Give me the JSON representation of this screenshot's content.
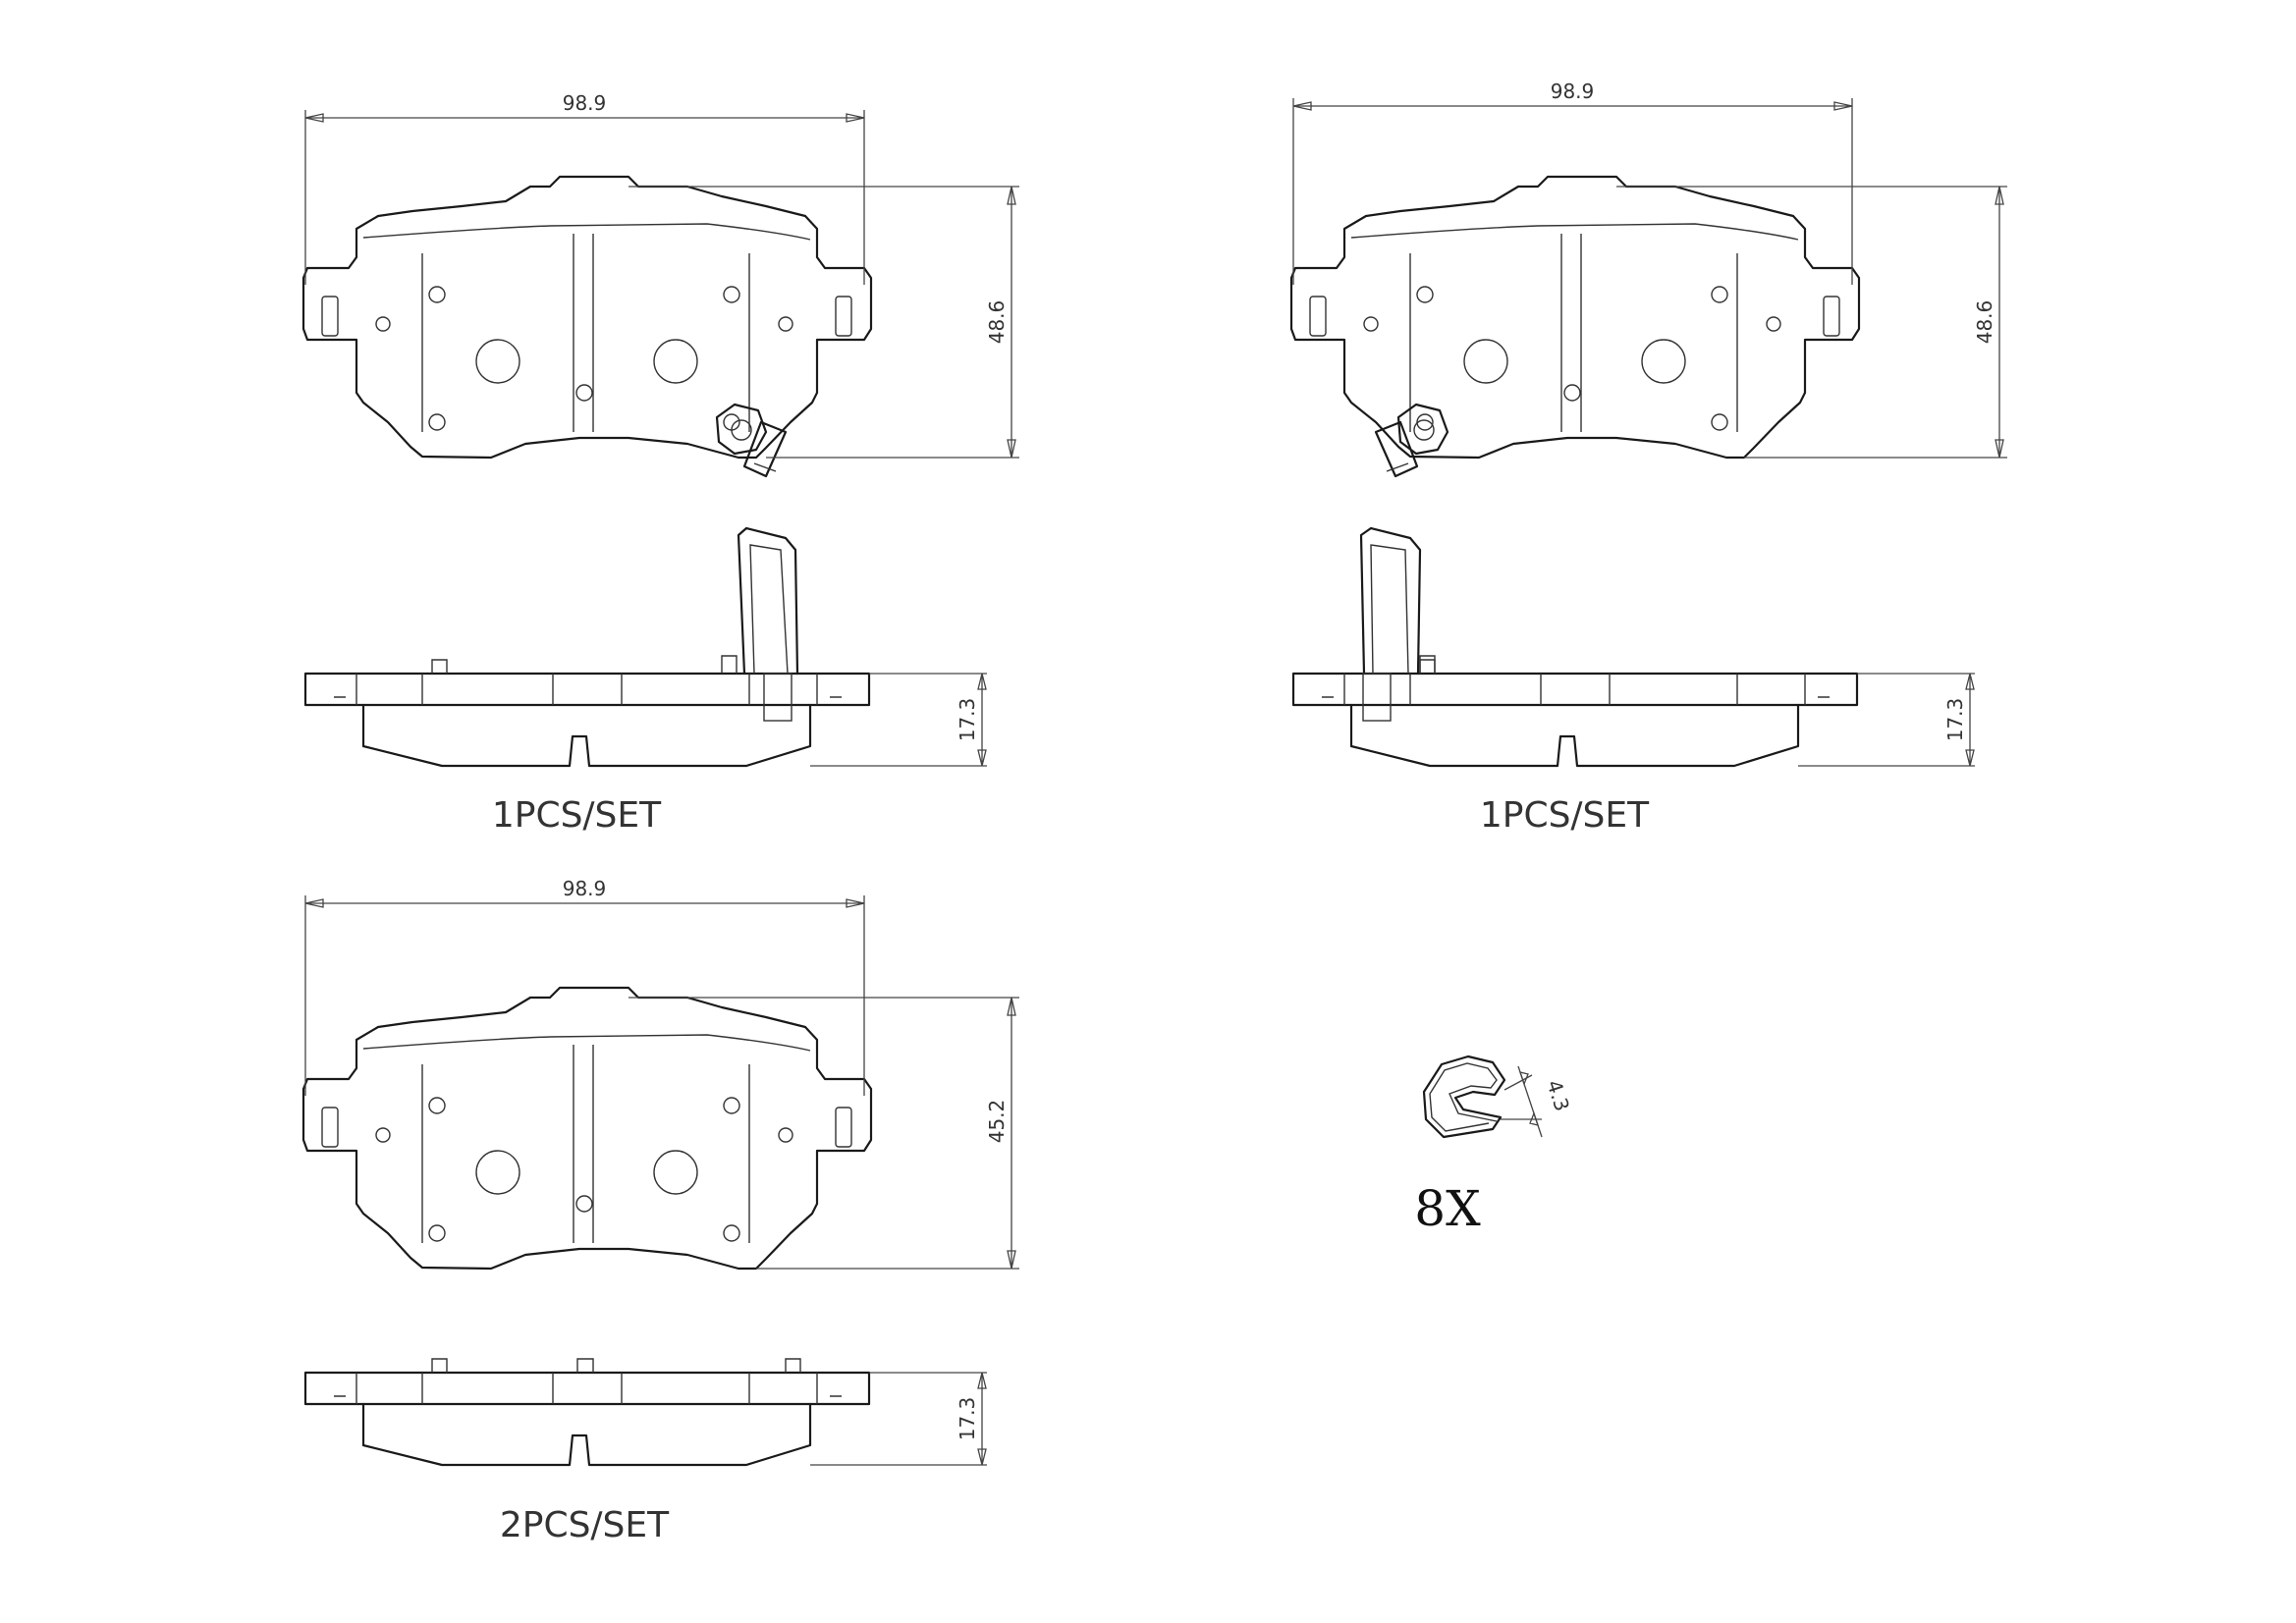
{
  "drawings": {
    "pad_with_sensor_right": {
      "width_dim": "98.9",
      "height_dim": "48.6",
      "thickness_dim": "17.3",
      "caption": "1PCS/SET"
    },
    "pad_with_sensor_left": {
      "width_dim": "98.9",
      "height_dim": "48.6",
      "thickness_dim": "17.3",
      "caption": "1PCS/SET"
    },
    "pad_plain": {
      "width_dim": "98.9",
      "height_dim": "45.2",
      "thickness_dim": "17.3",
      "caption": "2PCS/SET"
    },
    "clip": {
      "dim": "4.3",
      "quantity": "8X"
    }
  }
}
